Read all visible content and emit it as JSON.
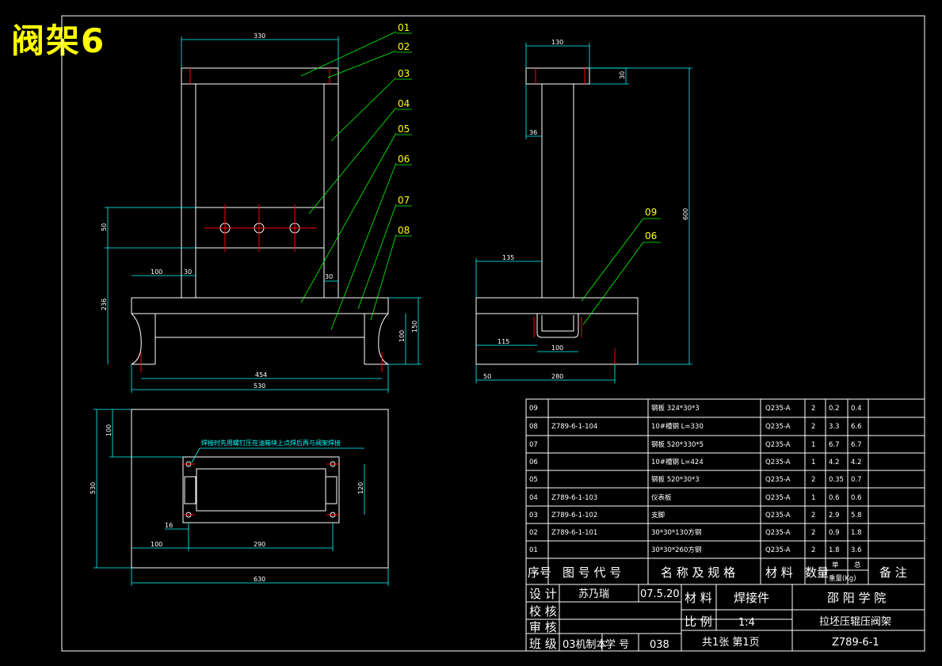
{
  "title": "阀架6",
  "balloons": [
    "01",
    "02",
    "03",
    "04",
    "05",
    "06",
    "07",
    "08",
    "09",
    "06"
  ],
  "dims": {
    "front": [
      "330",
      "50",
      "100",
      "30",
      "236",
      "30",
      "454",
      "530",
      "150",
      "100"
    ],
    "side": [
      "130",
      "30",
      "36",
      "600",
      "135",
      "115",
      "100",
      "50",
      "280"
    ],
    "top": [
      "100",
      "530",
      "120",
      "16",
      "100",
      "290",
      "630"
    ]
  },
  "note": "焊接时先用螺钉压在油箱块上点焊后再与阀架焊接",
  "parts": [
    {
      "no": "09",
      "drawing": "",
      "name": "钢板 324*30*3",
      "material": "Q235-A",
      "qty": "2",
      "unit": "0.2",
      "total": "0.4",
      "remark": ""
    },
    {
      "no": "08",
      "drawing": "Z789-6-1-104",
      "name": "10#槽钢 L=330",
      "material": "Q235-A",
      "qty": "2",
      "unit": "3.3",
      "total": "6.6",
      "remark": ""
    },
    {
      "no": "07",
      "drawing": "",
      "name": "钢板 520*330*5",
      "material": "Q235-A",
      "qty": "1",
      "unit": "6.7",
      "total": "6.7",
      "remark": ""
    },
    {
      "no": "06",
      "drawing": "",
      "name": "10#槽钢 L=424",
      "material": "Q235-A",
      "qty": "1",
      "unit": "4.2",
      "total": "4.2",
      "remark": ""
    },
    {
      "no": "05",
      "drawing": "",
      "name": "钢板 520*30*3",
      "material": "Q235-A",
      "qty": "2",
      "unit": "0.35",
      "total": "0.7",
      "remark": ""
    },
    {
      "no": "04",
      "drawing": "Z789-6-1-103",
      "name": "仪表板",
      "material": "Q235-A",
      "qty": "1",
      "unit": "0.6",
      "total": "0.6",
      "remark": ""
    },
    {
      "no": "03",
      "drawing": "Z789-6-1-102",
      "name": "支脚",
      "material": "Q235-A",
      "qty": "2",
      "unit": "2.9",
      "total": "5.8",
      "remark": ""
    },
    {
      "no": "02",
      "drawing": "Z789-6-1-101",
      "name": "30*30*130方钢",
      "material": "Q235-A",
      "qty": "2",
      "unit": "0.9",
      "total": "1.8",
      "remark": ""
    },
    {
      "no": "01",
      "drawing": "",
      "name": "30*30*260方钢",
      "material": "Q235-A",
      "qty": "2",
      "unit": "1.8",
      "total": "3.6",
      "remark": ""
    }
  ],
  "header": {
    "no": "序号",
    "drawing": "图 号 代 号",
    "name": "名 称 及 规 格",
    "material": "材  料",
    "qty": "数量",
    "unit": "单",
    "total": "总",
    "weight": "重量(Kg)",
    "remark": "备  注"
  },
  "titleblock": {
    "design_label": "设 计",
    "designer": "苏乃瑞",
    "date": "07.5.20",
    "material_label": "材 料",
    "material": "焊接件",
    "school": "邵 阳 学 院",
    "check_label": "校 核",
    "review_label": "审 核",
    "scale_label": "比 例",
    "scale": "1:4",
    "drawing_name": "拉坯压辊压阀架",
    "class_label": "班 级",
    "class": "03机制本",
    "number_label": "学 号",
    "number": "038",
    "sheets": "共1张 第1页",
    "drawing_no": "Z789-6-1"
  }
}
